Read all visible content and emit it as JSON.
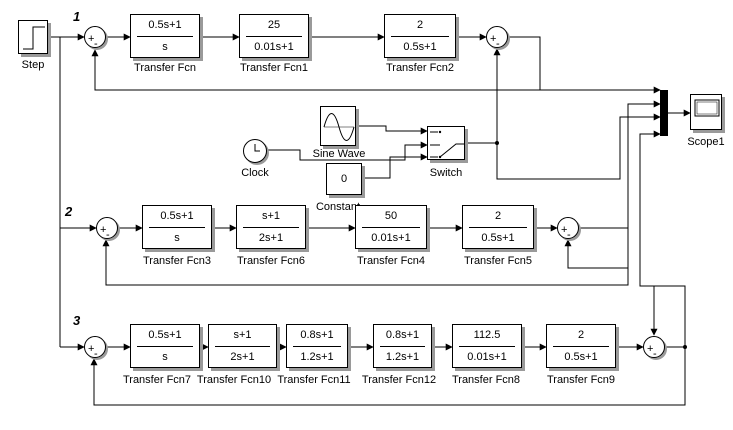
{
  "row_labels": {
    "row1": "1",
    "row2": "2",
    "row3": "3"
  },
  "step": {
    "label": "Step"
  },
  "clock": {
    "label": "Clock"
  },
  "sine": {
    "label": "Sine Wave"
  },
  "constant": {
    "label": "Constant",
    "value": "0"
  },
  "switch": {
    "label": "Switch"
  },
  "scope": {
    "label": "Scope1"
  },
  "tf": {
    "tf": {
      "label": "Transfer Fcn",
      "num": "0.5s+1",
      "den": "s"
    },
    "tf1": {
      "label": "Transfer Fcn1",
      "num": "25",
      "den": "0.01s+1"
    },
    "tf2": {
      "label": "Transfer Fcn2",
      "num": "2",
      "den": "0.5s+1"
    },
    "tf3": {
      "label": "Transfer Fcn3",
      "num": "0.5s+1",
      "den": "s"
    },
    "tf6": {
      "label": "Transfer Fcn6",
      "num": "s+1",
      "den": "2s+1"
    },
    "tf4": {
      "label": "Transfer Fcn4",
      "num": "50",
      "den": "0.01s+1"
    },
    "tf5": {
      "label": "Transfer Fcn5",
      "num": "2",
      "den": "0.5s+1"
    },
    "tf7": {
      "label": "Transfer Fcn7",
      "num": "0.5s+1",
      "den": "s"
    },
    "tf10": {
      "label": "Transfer Fcn10",
      "num": "s+1",
      "den": "2s+1"
    },
    "tf11": {
      "label": "Transfer Fcn11",
      "num": "0.8s+1",
      "den": "1.2s+1"
    },
    "tf12": {
      "label": "Transfer Fcn12",
      "num": "0.8s+1",
      "den": "1.2s+1"
    },
    "tf8": {
      "label": "Transfer Fcn8",
      "num": "112.5",
      "den": "0.01s+1"
    },
    "tf9": {
      "label": "Transfer Fcn9",
      "num": "2",
      "den": "0.5s+1"
    }
  },
  "sum_signs": {
    "plus": "+",
    "minus": "-"
  }
}
